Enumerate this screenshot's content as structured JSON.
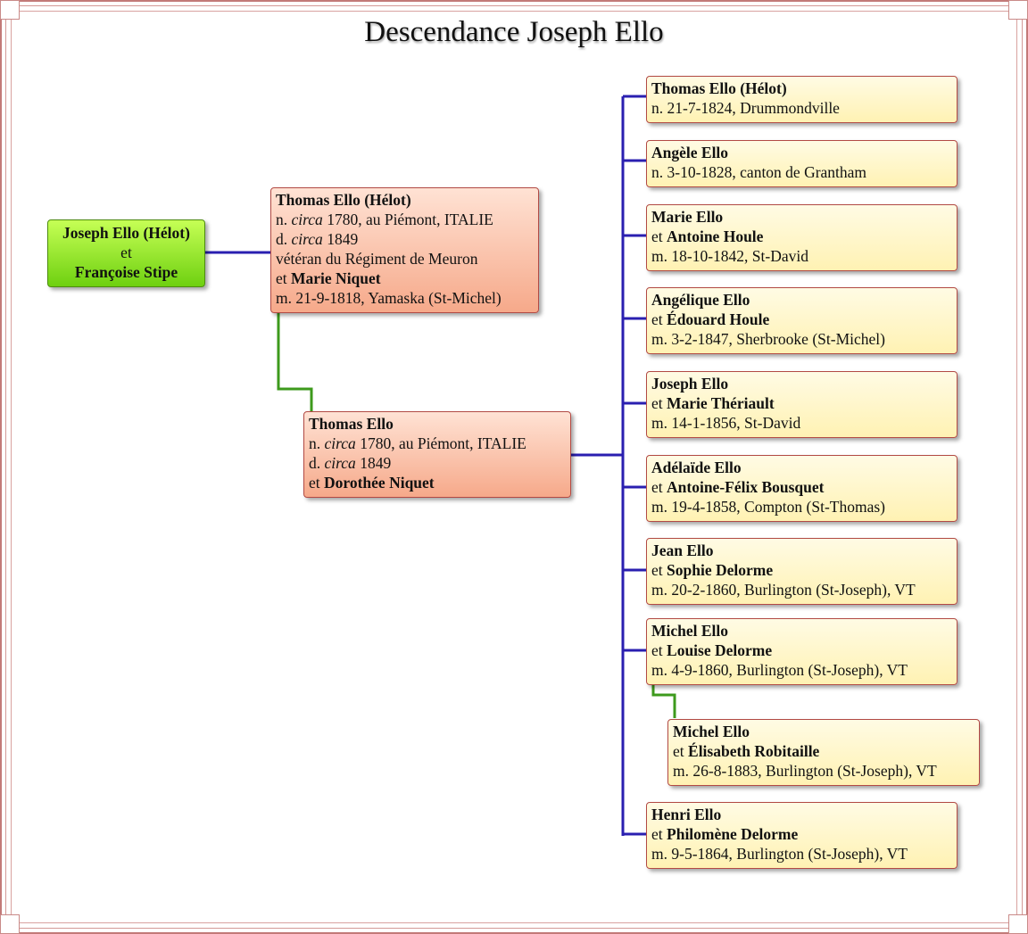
{
  "title": "Descendance Joseph Ello",
  "root": {
    "name": "Joseph Ello (Hélot)",
    "conj": "et",
    "spouse": "Françoise Stipe"
  },
  "gen1": {
    "name": "Thomas Ello (Hélot)",
    "birth": {
      "prefix": "n.",
      "circa": "circa",
      "rest": "1780, au Piémont, ITALIE"
    },
    "death": {
      "prefix": "d.",
      "circa": "circa",
      "rest": "1849"
    },
    "note": "vétéran du Régiment de Meuron",
    "conj": "et",
    "spouse": "Marie Niquet",
    "marriage": "m. 21-9-1818, Yamaska (St-Michel)"
  },
  "gen2": {
    "name": "Thomas Ello",
    "birth": {
      "prefix": "n.",
      "circa": "circa",
      "rest": "1780, au Piémont, ITALIE"
    },
    "death": {
      "prefix": "d.",
      "circa": "circa",
      "rest": "1849"
    },
    "conj": "et",
    "spouse": "Dorothée Niquet"
  },
  "children": [
    {
      "name": "Thomas Ello (Hélot)",
      "detail": "n. 21-7-1824, Drummondville"
    },
    {
      "name": "Angèle Ello",
      "detail": "n. 3-10-1828, canton de Grantham"
    },
    {
      "name": "Marie Ello",
      "conj": "et",
      "spouse": "Antoine Houle",
      "detail": "m. 18-10-1842, St-David"
    },
    {
      "name": "Angélique Ello",
      "conj": "et",
      "spouse": "Édouard Houle",
      "detail": "m. 3-2-1847, Sherbrooke (St-Michel)"
    },
    {
      "name": "Joseph Ello",
      "conj": "et",
      "spouse": "Marie Thériault",
      "detail": "m. 14-1-1856, St-David"
    },
    {
      "name": "Adélaïde Ello",
      "conj": "et",
      "spouse": "Antoine-Félix Bousquet",
      "detail": "m. 19-4-1858, Compton (St-Thomas)"
    },
    {
      "name": "Jean Ello",
      "conj": "et",
      "spouse": "Sophie Delorme",
      "detail": "m. 20-2-1860, Burlington (St-Joseph), VT"
    },
    {
      "name": "Michel Ello",
      "conj": "et",
      "spouse": "Louise Delorme",
      "detail": "m. 4-9-1860, Burlington (St-Joseph), VT"
    },
    {
      "name": "Henri Ello",
      "conj": "et",
      "spouse": "Philomène Delorme",
      "detail": "m. 9-5-1864, Burlington (St-Joseph), VT"
    }
  ],
  "grandchild": {
    "name": "Michel Ello",
    "conj": "et",
    "spouse": "Élisabeth Robitaille",
    "detail": "m. 26-8-1883, Burlington (St-Joseph), VT"
  },
  "colors": {
    "blue_line": "#2a1fb0",
    "green_line": "#3d9a1c",
    "gold_box": "#fff6c8",
    "salmon_box": "#f8b49a",
    "green_box": "#8fe025",
    "frame": "#c27a78"
  }
}
